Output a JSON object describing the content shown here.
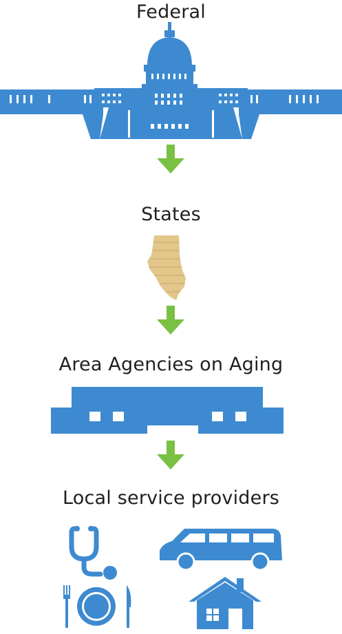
{
  "colors": {
    "blue": "#3d8ad0",
    "green": "#79c043",
    "tan": "#e2c68a",
    "text": "#1f1f1f"
  },
  "levels": [
    {
      "label": "Federal",
      "icon": "capitol-building-icon"
    },
    {
      "label": "States",
      "icon": "illinois-state-map-icon"
    },
    {
      "label": "Area Agencies on Aging",
      "icon": "agency-building-icon"
    },
    {
      "label": "Local service providers",
      "icons": [
        "stethoscope-icon",
        "van-icon",
        "meal-plate-icon",
        "house-icon"
      ]
    }
  ],
  "arrows": [
    "down-arrow-icon",
    "down-arrow-icon",
    "down-arrow-icon"
  ]
}
